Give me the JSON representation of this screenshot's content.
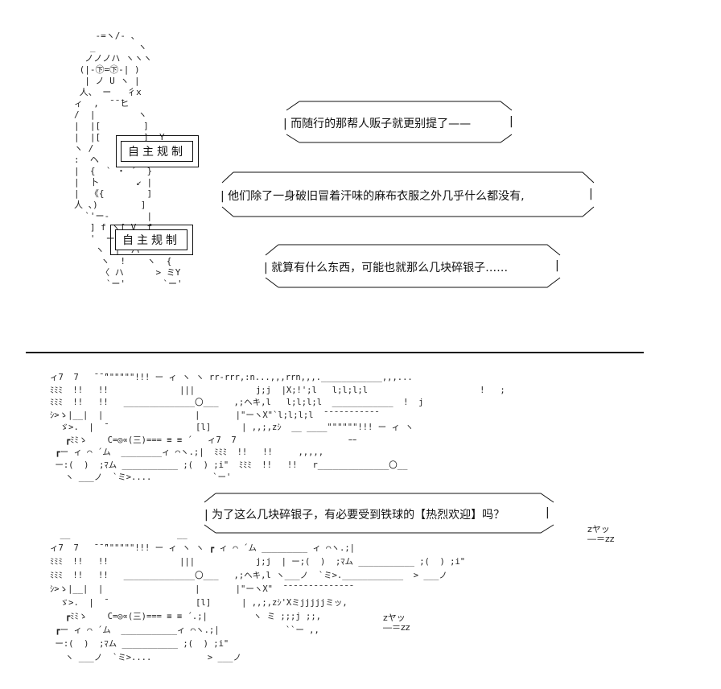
{
  "speech": {
    "bubble1": "| 而随行的那帮人贩子就更别提了——",
    "bubble2": "| 他们除了一身破旧冒着汗味的麻布衣服之外几乎什么都没有,",
    "bubble3": "| 就算有什么东西，可能也就那么几块碎银子……",
    "bubble4": "| 为了这么几块碎银子，有必要受到铁球的【热烈欢迎】吗？",
    "bubble1_end": "|",
    "bubble2_end": "|",
    "bubble3_end": "|",
    "bubble4_end": "|"
  },
  "labels": {
    "badge_top": "自主规制",
    "badge_bottom": "自主规制"
  },
  "sfx": {
    "zzz_upper": "zヤッ\n―＝zz",
    "zzz_lower": "zヤッ\n―＝zz"
  },
  "art": {
    "figure": "    -=ヽ/- 、\n   _        ヽ\n  ノノノハ ヽヽヽ\n (|-㊦=㊦-| )\n  | ノ U ヽ |\n 人、 ー   彳x\nィ  ,  ̄ ̄ ̄ヒ\n/  |        ヽ\n|  |[        ]\n|  |[        ]  Y\nヽ /        _ Y\n:  ヘ           \n|  {  ` ・ ´  }\n|  卜       ↙ |\n|  《{        ]\n人 、)        ]\n  `'ー-       |\n   ] f ヽ[ V  f\n   '  ー  } 人 >-ハ\n    ヽ  |  ハ    '\n     ヽ  !    ヽ  {\n     〈 ハ      > ミY\n      `ー'       `ー'",
    "row1": "ィ7  7   ̄ ̄ ̄\"\"\"\"\"\"!!! ー ィ ヽ ヽ rr-rrr,:n...,,,rrn,,,.____________,,,...\nﾐﾐﾐ  !!   !!              |||            j;j  |Х;!';l   l;l;l;l                      !   ;\nﾐﾐﾐ  !!   !!   ______________〇___   ,;ヘキ,l   l;l;l;l  ____________  !  j\nｼ>ゝ|__|  |                  |       |\"ーヽХ\"`l;l;l;l  ̄ ̄ ̄ ̄ ̄ ̄ ̄ ̄ ̄ ̄ ̄\n  ゞ>.  |  ̄                  [l]      | ,,;,zｼ  __ ____\"\"\"\"\"\"!!! ー ィ ヽ\n   ┏ﾐﾐゝ    C=◎∝(三)=== ≡ ≡ ´   ィ7  7                      ｰｰ\n ┏ー ィ ⌒ ´ム  ________ィ ⌒ヽ.;|  ﾐﾐﾐ  !!   !!     ,,,,,\n ー:(  )  ;ﾏム ___________ ;(  ) ;i\"  ﾐﾐﾐ  !!   !!   r______________〇__\n   ヽ ___ノ  `ミ>....            `ー'",
    "row2": "  __                     __\nィ7  7   ̄ ̄ ̄\"\"\"\"\"\"!!! ー ィ ヽ ヽ ┏ ィ ⌒ ´ム _________ ィ ⌒ヽ.;|\nﾐﾐﾐ  !!   !!              |||            j;j  | ー;(  )  ;ﾏム ___________ ;(  ) ;i\"\nﾐﾐﾐ  !!   !!   ______________〇___   ,;ヘキ,l ヽ___ノ  `ミ>.____________  > ___ノ\nｼ>ゝ|__|  |                  |       |\"ーヽХ\"  ̄ ̄ ̄ ̄ ̄ ̄ ̄ ̄ ̄ ̄ ̄ ̄ ̄ ̄\n  ゞ>.  |  ̄                  [l]      | ,,;,zｼ'Хミjjjjjミッ,\n   ┏ﾐﾐゝ    C=◎∝(三)=== ≡ ≡ ´.;|         ヽ ミ ;;;j ;;,\n ┏ー ィ ⌒ ´ム  ___________ィ ⌒ヽ.;|             ``ー ,,\n ー:(  )  ;ﾏム ___________ ;(  ) ;i\"\n   ヽ ___ノ  `ミ>....           > ___ノ"
  }
}
